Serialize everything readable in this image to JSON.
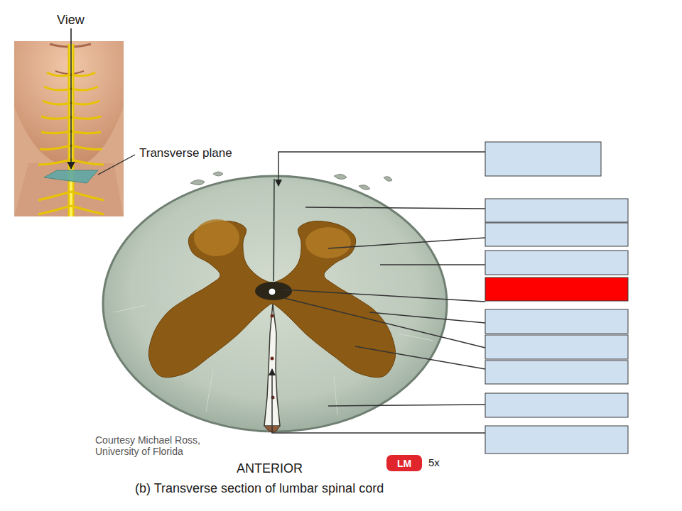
{
  "diagram": {
    "caption": "(b) Transverse section of lumbar spinal cord",
    "nodes": [
      {
        "text": [
          "LM"
        ]
      }
    ],
    "labels": [
      "View",
      "Transverse plane",
      "Courtesy Michael Ross, University of Florida",
      "ANTERIOR",
      "5x"
    ]
  }
}
